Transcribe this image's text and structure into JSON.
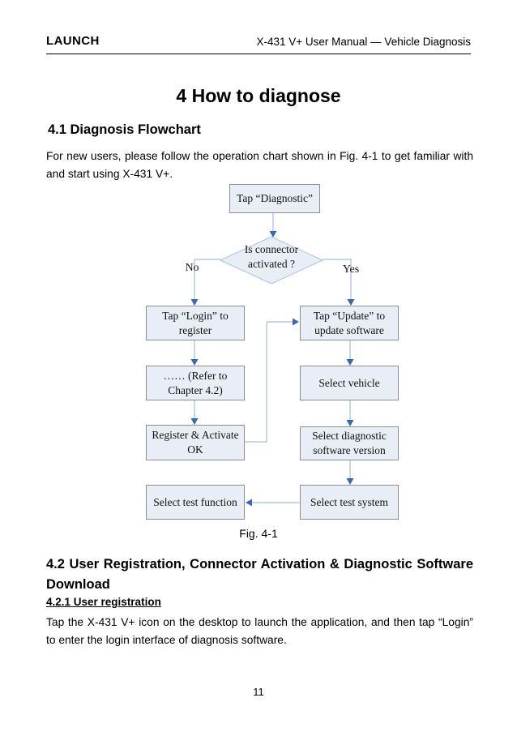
{
  "header": {
    "brand": "LAUNCH",
    "doc_title": "X-431 V+ User Manual — Vehicle Diagnosis"
  },
  "title": "4 How to diagnose",
  "section_41": {
    "heading": "4.1 Diagnosis Flowchart",
    "body": "For new users, please follow the operation chart shown in Fig. 4-1 to get familiar with and start using X-431 V+."
  },
  "flowchart": {
    "caption": "Fig. 4-1",
    "nodes": {
      "diagnostic": "Tap “Diagnostic”",
      "decision": "Is connector activated ?",
      "branch_no": "No",
      "branch_yes": "Yes",
      "login": "Tap “Login” to register",
      "refer": "…… (Refer to Chapter 4.2)",
      "register_ok": "Register & Activate OK",
      "test_function": "Select test function",
      "update": "Tap “Update” to update software",
      "select_vehicle": "Select vehicle",
      "software_version": "Select diagnostic software version",
      "test_system": "Select test system"
    }
  },
  "section_42": {
    "heading": "4.2 User Registration, Connector Activation & Diagnostic Software Download",
    "sub_heading": "4.2.1 User registration",
    "body": "Tap the X-431 V+ icon on the desktop to launch the application, and then tap “Login” to enter the login interface of diagnosis software."
  },
  "page_number": "11",
  "colors": {
    "line-blue": "#a3bedd",
    "arrow-blue": "#3a67ad",
    "box-fill": "#e9eef6",
    "box-border": "#8a8f96",
    "diamond-border": "#a9c2e1"
  }
}
